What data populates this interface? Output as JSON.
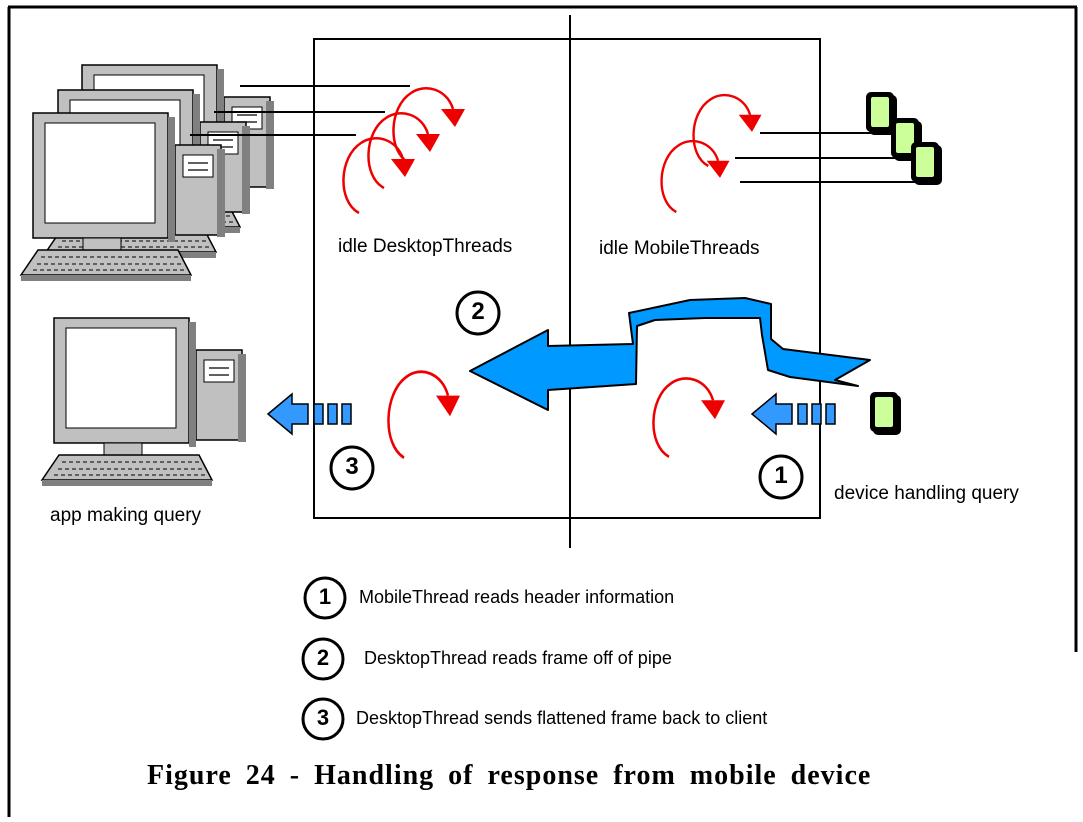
{
  "labels": {
    "idle_desktop": "idle DesktopThreads",
    "idle_mobile": "idle MobileThreads",
    "app_making_query": "app making query",
    "device_handling_query": "device handling query"
  },
  "steps": [
    {
      "number": "1",
      "text": "MobileThread reads header information"
    },
    {
      "number": "2",
      "text": "DesktopThread reads frame off of pipe"
    },
    {
      "number": "3",
      "text": "DesktopThread sends flattened frame back to client"
    }
  ],
  "caption": "Figure 24 - Handling of response from mobile device",
  "colors": {
    "thread_red": "#ee0000",
    "pipe_blue": "#0099ff",
    "arrow_blue": "#3399ff",
    "device_green": "#ccff99",
    "computer_gray": "#c0c0c0"
  },
  "icons": [
    "desktop-computer-icon",
    "mobile-device-icon",
    "thread-icon",
    "pipe-arrow-icon",
    "data-frame-arrow-icon"
  ]
}
